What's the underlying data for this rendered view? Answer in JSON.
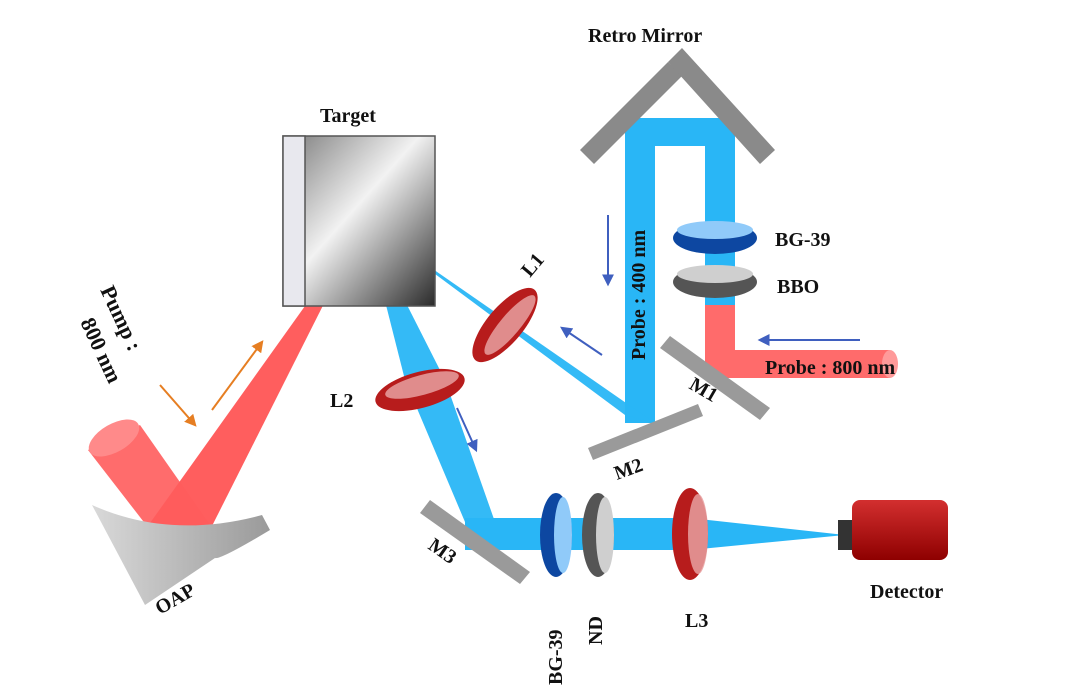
{
  "labels": {
    "retro_mirror": "Retro Mirror",
    "target": "Target",
    "bg39_top": "BG-39",
    "bbo": "BBO",
    "l1": "L1",
    "l2": "L2",
    "l3": "L3",
    "m1": "M1",
    "m2": "M2",
    "m3": "M3",
    "probe_400": "Probe : 400 nm",
    "probe_800": "Probe : 800 nm",
    "pump_line1": "Pump :",
    "pump_line2": "800 nm",
    "oap": "OAP",
    "bg39_bottom": "BG-39",
    "nd": "ND",
    "detector": "Detector"
  },
  "colors": {
    "pump_beam": "#ff4d4d",
    "probe_800_beam": "#ff6b6b",
    "probe_400_beam": "#29b6f6",
    "lens_red": "#b71c1c",
    "lens_blue": "#0d47a1",
    "mirror_gray": "#8a8a8a",
    "detector_red": "#c62828",
    "arrow_orange": "#e67e22",
    "arrow_blue": "#3f5fbf"
  }
}
